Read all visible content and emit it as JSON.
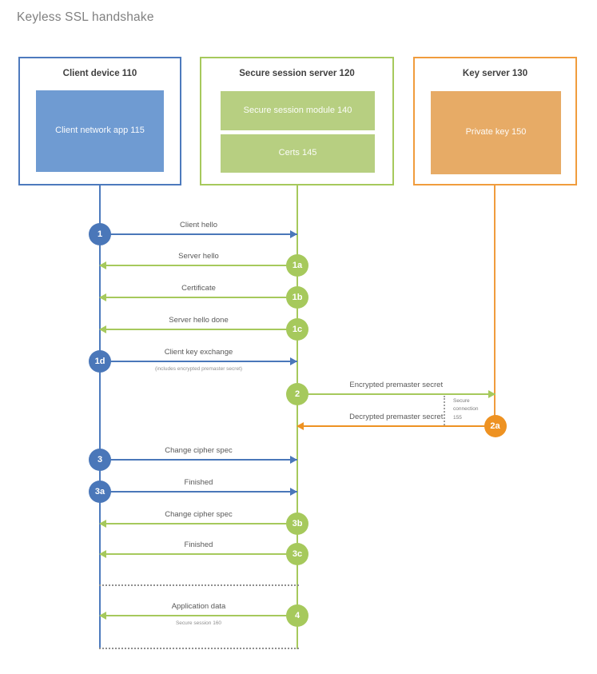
{
  "title": "Keyless SSL handshake",
  "palette": {
    "blue": "#4a77b9",
    "green": "#a6c95c",
    "orange": "#ee9222",
    "blue_border": "#4d7abd",
    "green_border": "#a6c95c",
    "orange_border": "#f09c3d",
    "blue_fill": "#6f9bd2",
    "green_fill": "#b7cf81",
    "orange_fill": "#e7ab66",
    "label_text": "#595959",
    "title_text": "#808080"
  },
  "actors": [
    {
      "id": "client",
      "title": "Client device 110",
      "color": "blue",
      "modules": [
        {
          "label": "Client network app 115"
        }
      ]
    },
    {
      "id": "server",
      "title": "Secure session server 120",
      "color": "green",
      "modules": [
        {
          "label": "Secure session module 140"
        },
        {
          "label": "Certs 145"
        }
      ]
    },
    {
      "id": "key",
      "title": "Key server 130",
      "color": "orange",
      "modules": [
        {
          "label": "Private key 150"
        }
      ]
    }
  ],
  "messages": [
    {
      "badge": "1",
      "badge_at": "client",
      "label": "Client hello",
      "from": "client",
      "to": "server",
      "color": "blue"
    },
    {
      "badge": "1a",
      "badge_at": "server",
      "label": "Server hello",
      "from": "server",
      "to": "client",
      "color": "green"
    },
    {
      "badge": "1b",
      "badge_at": "server",
      "label": "Certificate",
      "from": "server",
      "to": "client",
      "color": "green"
    },
    {
      "badge": "1c",
      "badge_at": "server",
      "label": "Server hello done",
      "from": "server",
      "to": "client",
      "color": "green"
    },
    {
      "badge": "1d",
      "badge_at": "client",
      "label": "Client key exchange",
      "sublabel": "(includes encrypted premaster secret)",
      "from": "client",
      "to": "server",
      "color": "blue"
    },
    {
      "badge": "2",
      "badge_at": "server",
      "label": "Encrypted premaster secret",
      "from": "server",
      "to": "key",
      "color": "green"
    },
    {
      "badge": "2a",
      "badge_at": "key",
      "label": "Decrypted premaster secret",
      "from": "key",
      "to": "server",
      "color": "orange"
    },
    {
      "badge": "3",
      "badge_at": "client",
      "label": "Change cipher spec",
      "from": "client",
      "to": "server",
      "color": "blue"
    },
    {
      "badge": "3a",
      "badge_at": "client",
      "label": "Finished",
      "from": "client",
      "to": "server",
      "color": "blue"
    },
    {
      "badge": "3b",
      "badge_at": "server",
      "label": "Change cipher spec",
      "from": "server",
      "to": "client",
      "color": "green"
    },
    {
      "badge": "3c",
      "badge_at": "server",
      "label": "Finished",
      "from": "server",
      "to": "client",
      "color": "green"
    },
    {
      "badge": "4",
      "badge_at": "server",
      "label": "Application data",
      "sublabel": "Secure session 160",
      "from": "server",
      "to": "client",
      "color": "green"
    }
  ],
  "annotations": {
    "secure_connection_note": "Secure connection 155"
  }
}
